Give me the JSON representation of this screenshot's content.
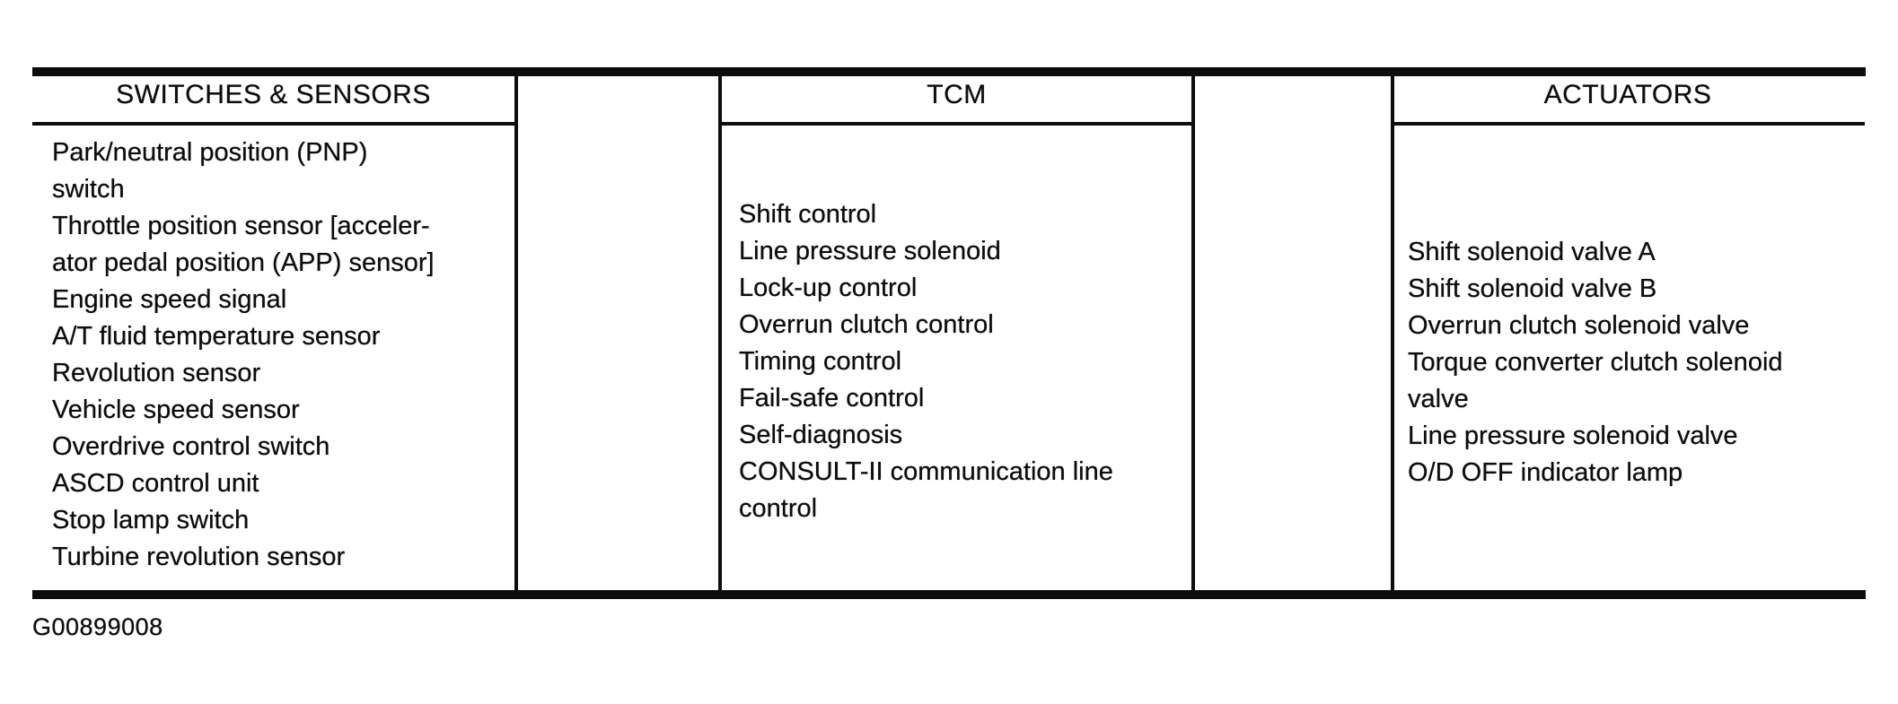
{
  "document": {
    "colors": {
      "ink": "#0d0d0d",
      "paper": "#ffffff"
    },
    "columns": [
      {
        "header": "SWITCHES & SENSORS",
        "lines": [
          "Park/neutral position (PNP)",
          "switch",
          "Throttle position sensor [acceler-",
          "ator pedal position (APP) sensor]",
          "Engine speed signal",
          "A/T fluid temperature sensor",
          "Revolution sensor",
          "Vehicle speed sensor",
          "Overdrive control switch",
          "ASCD control unit",
          "Stop lamp switch",
          "Turbine revolution sensor"
        ]
      },
      {
        "header": "TCM",
        "lines": [
          "Shift control",
          "Line pressure solenoid",
          "Lock-up control",
          "Overrun clutch control",
          "Timing control",
          "Fail-safe control",
          "Self-diagnosis",
          "CONSULT-II communication line",
          "control"
        ]
      },
      {
        "header": "ACTUATORS",
        "lines": [
          "Shift solenoid valve A",
          "Shift solenoid valve B",
          "Overrun clutch solenoid valve",
          "Torque converter clutch solenoid",
          "valve",
          "Line pressure solenoid valve",
          "O/D OFF indicator lamp"
        ]
      }
    ],
    "figure_id": "G00899008"
  }
}
